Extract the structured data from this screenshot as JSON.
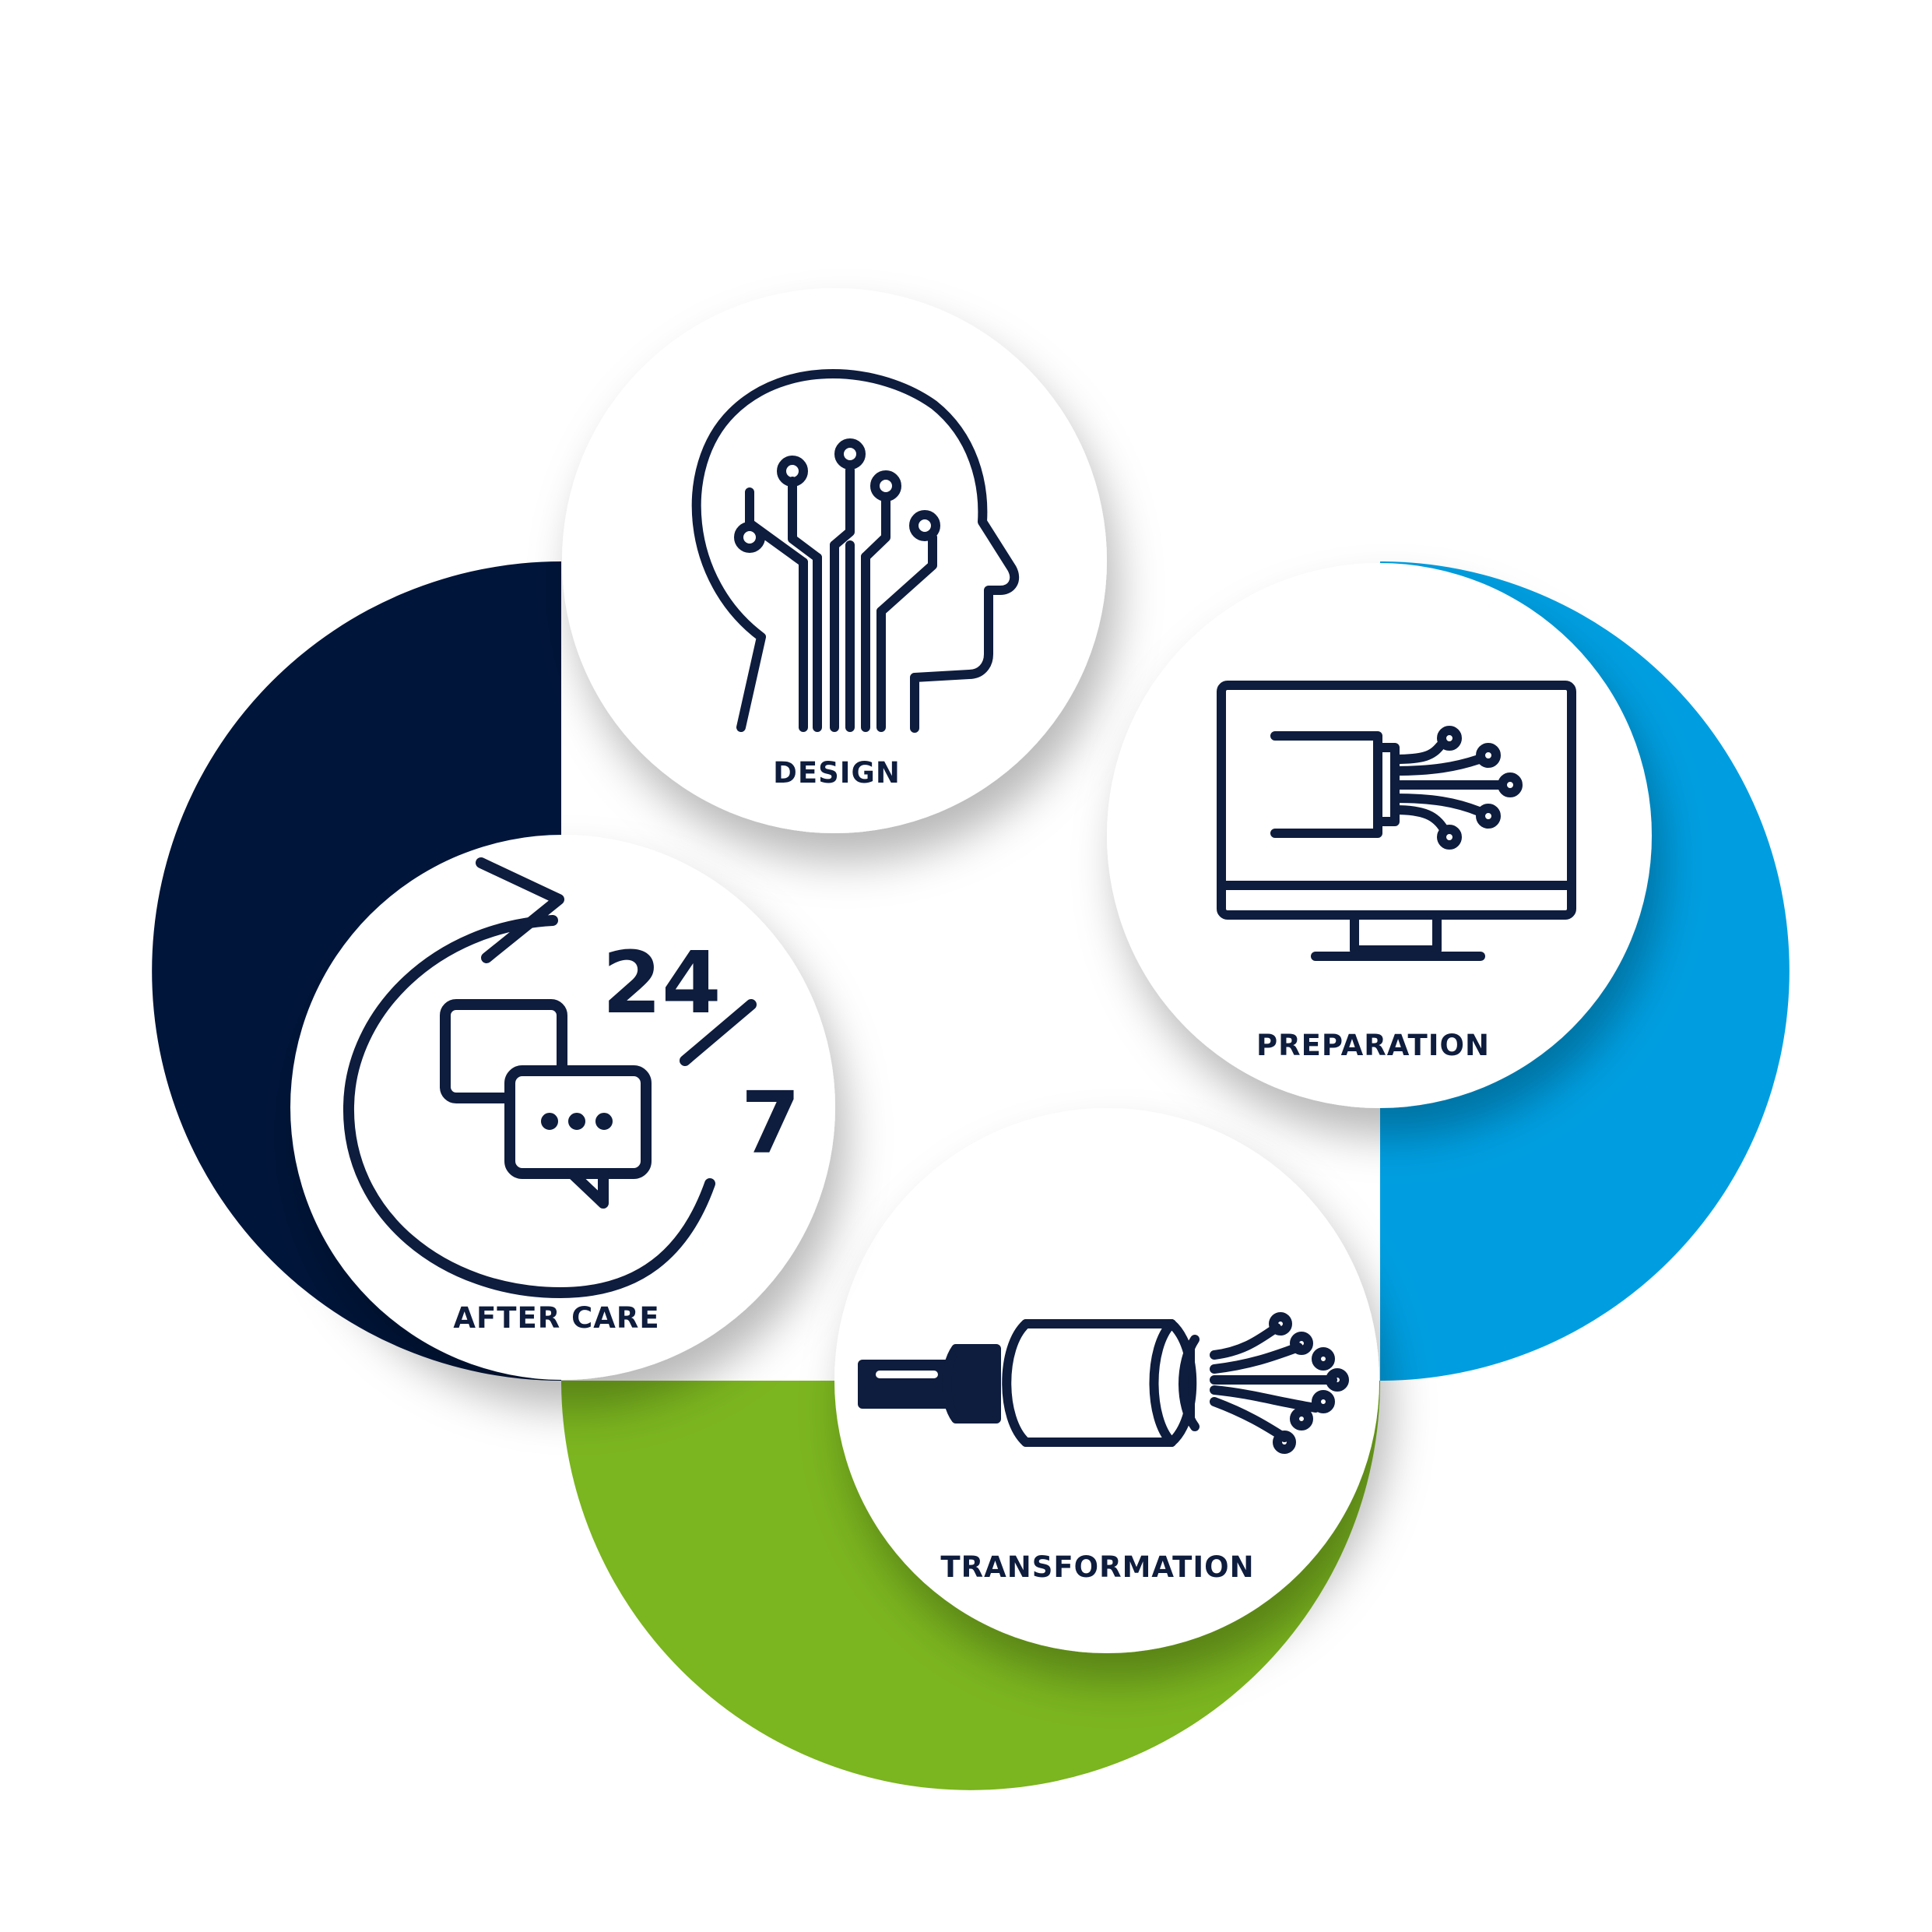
{
  "colors": {
    "background": "#ffffff",
    "top_petal": "#88cfef",
    "right_petal": "#009ee0",
    "bottom_petal": "#7bb51f",
    "left_petal": "#00153a",
    "circle_fill": "#ffffff",
    "ink": "#0e1c3d"
  },
  "stages": [
    {
      "label": "DESIGN",
      "icon": "head-circuit-icon",
      "petal": "top"
    },
    {
      "label": "PREPARATION",
      "icon": "monitor-fiber-icon",
      "petal": "right"
    },
    {
      "label": "TRANSFORMATION",
      "icon": "fiber-cable-icon",
      "petal": "bottom"
    },
    {
      "label": "AFTER CARE",
      "icon": "support-24-7-icon",
      "petal": "left"
    }
  ],
  "after_care_icon_text": {
    "hours": "24",
    "days": "7"
  }
}
